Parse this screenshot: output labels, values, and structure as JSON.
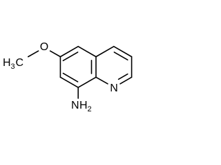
{
  "molecule": {
    "atoms": {
      "methyl_h": "H",
      "methyl_h_count": "3",
      "methyl_c": "C",
      "ring_n": "N",
      "amine_n": "N",
      "amine_h": "H",
      "amine_h_count": "2",
      "methoxy_o": "O"
    }
  }
}
